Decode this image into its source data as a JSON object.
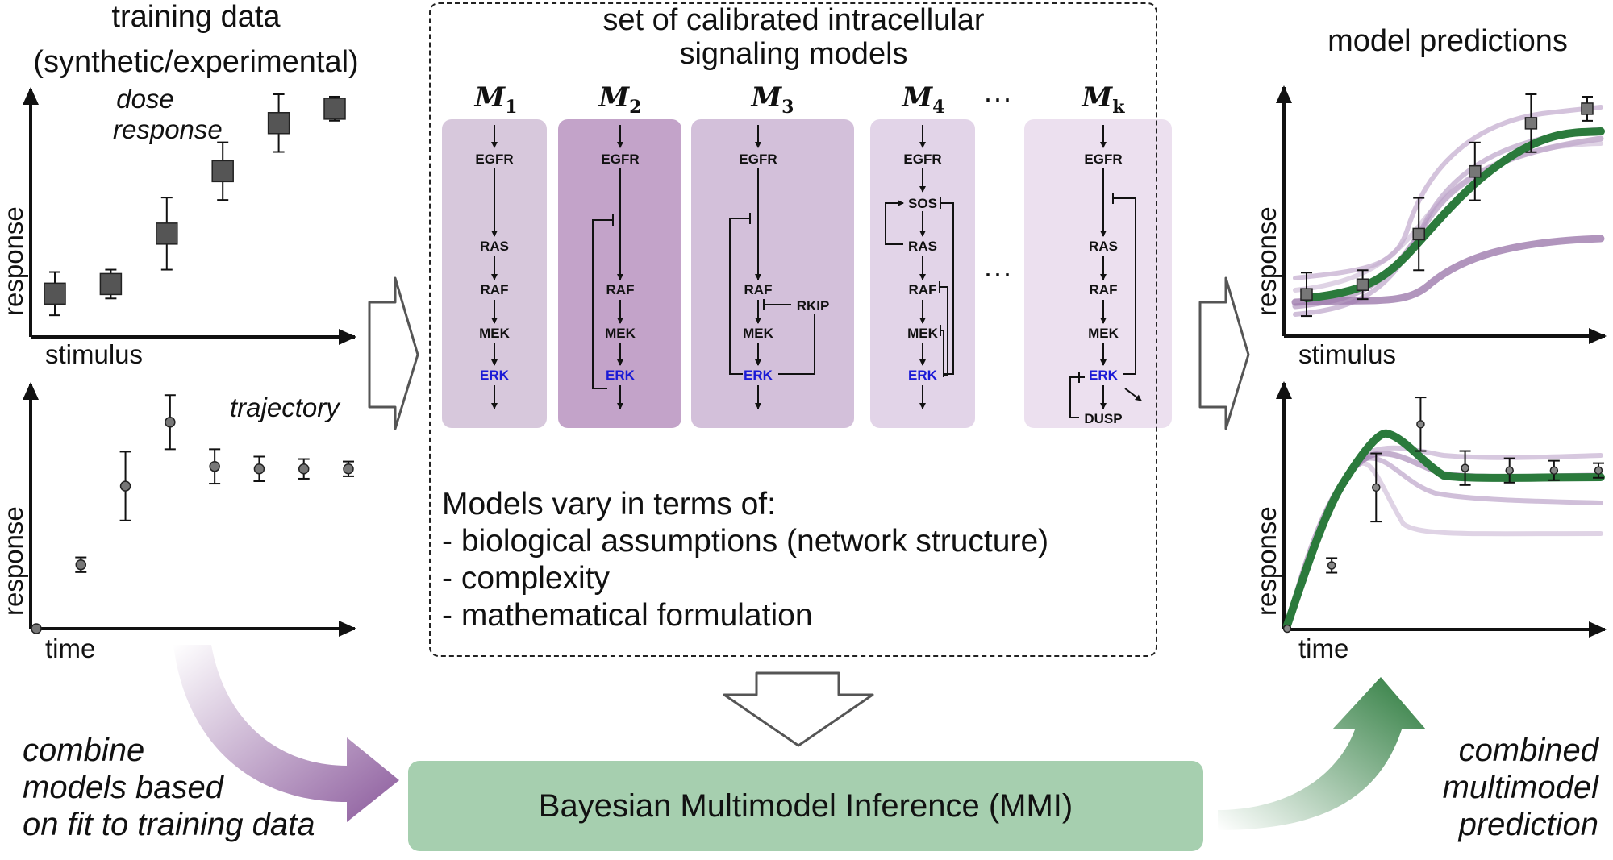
{
  "left": {
    "title_line1": "training data",
    "title_line2": "(synthetic/experimental)",
    "dose_label_line1": "dose",
    "dose_label_line2": "response",
    "trajectory_label": "trajectory",
    "stimulus_axis": "stimulus",
    "time_axis": "time",
    "response_axis": "response"
  },
  "center": {
    "title_line1": "set of calibrated intracellular",
    "title_line2": "signaling models",
    "ellipsis": "···",
    "models": [
      {
        "name": "M",
        "sub": "1"
      },
      {
        "name": "M",
        "sub": "2"
      },
      {
        "name": "M",
        "sub": "3"
      },
      {
        "name": "M",
        "sub": "4"
      },
      {
        "name": "M",
        "sub": "k"
      }
    ],
    "species": {
      "egfr": "EGFR",
      "sos": "SOS",
      "ras": "RAS",
      "raf": "RAF",
      "mek": "MEK",
      "erk": "ERK",
      "rkip": "RKIP",
      "dusp": "DUSP"
    },
    "variation_title": "Models vary in terms of:",
    "variation_items": [
      "- biological assumptions (network structure)",
      "- complexity",
      "- mathematical formulation"
    ]
  },
  "right": {
    "title": "model predictions",
    "stimulus_axis": "stimulus",
    "time_axis": "time",
    "response_axis": "response"
  },
  "bottom": {
    "left_text_line1": "combine",
    "left_text_line2": "models based",
    "left_text_line3": "on fit to training data",
    "mmi_label": "Bayesian Multimodel Inference (MMI)",
    "right_text_line1": "combined",
    "right_text_line2": "multimodel",
    "right_text_line3": "prediction"
  },
  "colors": {
    "panel_1": "#d7c8dc",
    "panel_2": "#c3a3c9",
    "panel_3": "#d3c0da",
    "panel_4": "#e2d4e8",
    "panel_k": "#ece0ef",
    "mmi_box": "#a6cfaf",
    "combined_curve": "#2b7a3c",
    "model_curves": "#9d7aad",
    "erk_text": "#1a1ad6"
  },
  "chart_data": [
    {
      "type": "scatter",
      "title": "dose response",
      "xlabel": "stimulus",
      "ylabel": "response",
      "marker": "square",
      "x": [
        1,
        2,
        3,
        4,
        5,
        6
      ],
      "values": [
        0.17,
        0.21,
        0.42,
        0.68,
        0.88,
        0.94
      ],
      "err": [
        0.09,
        0.06,
        0.15,
        0.12,
        0.12,
        0.05
      ]
    },
    {
      "type": "scatter",
      "title": "trajectory",
      "xlabel": "time",
      "ylabel": "response",
      "marker": "circle",
      "x": [
        0,
        1,
        2,
        3,
        4,
        5,
        6,
        7
      ],
      "values": [
        0.0,
        0.26,
        0.58,
        0.84,
        0.66,
        0.65,
        0.65,
        0.65
      ],
      "err": [
        0.0,
        0.03,
        0.14,
        0.11,
        0.07,
        0.05,
        0.04,
        0.03
      ]
    },
    {
      "type": "line",
      "title": "model predictions (stimulus)",
      "xlabel": "stimulus",
      "ylabel": "response"
    },
    {
      "type": "line",
      "title": "model predictions (time)",
      "xlabel": "time",
      "ylabel": "response"
    }
  ]
}
